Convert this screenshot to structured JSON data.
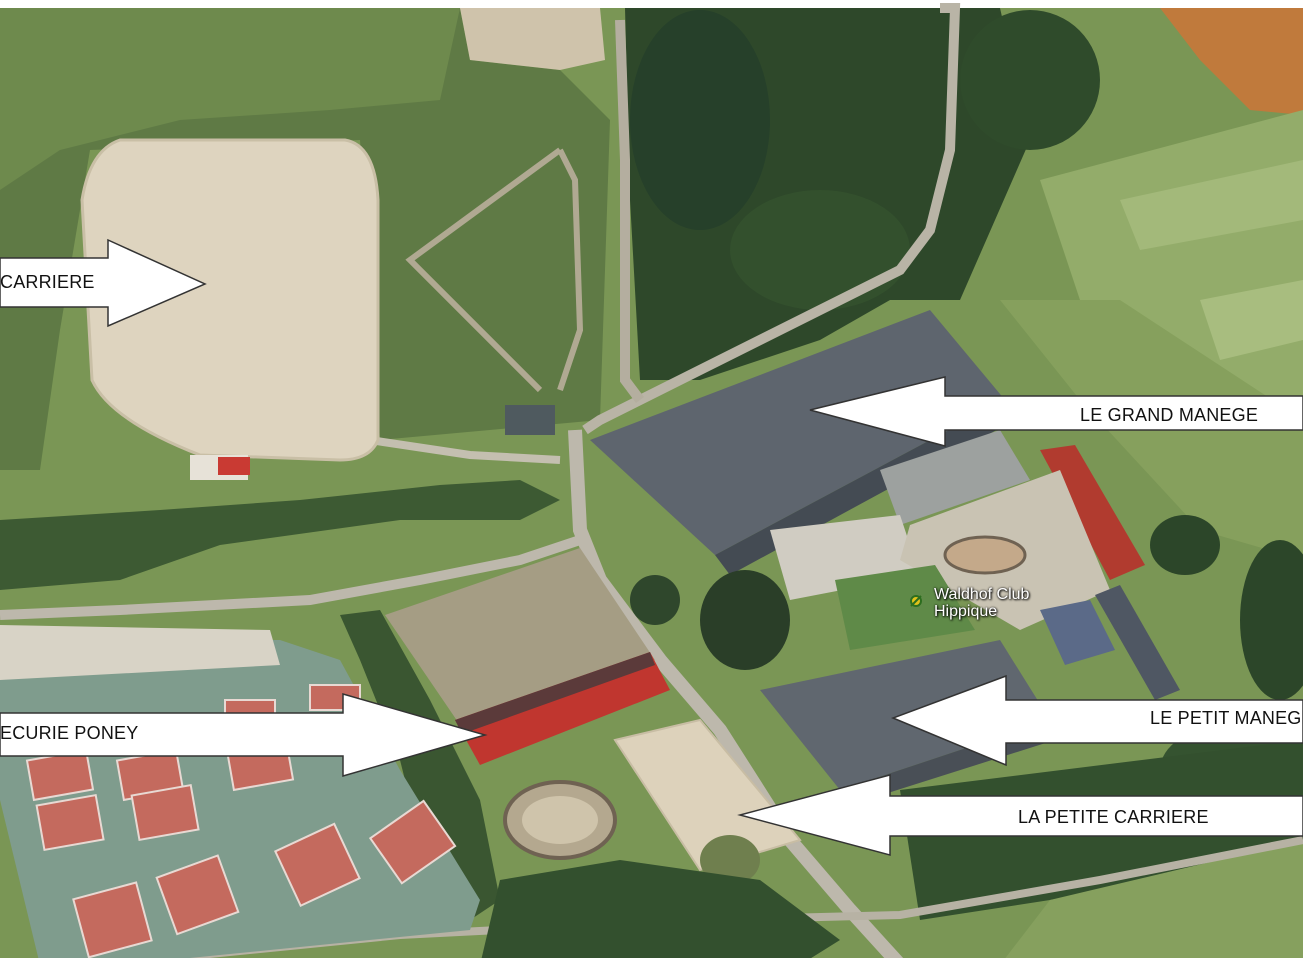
{
  "labels": {
    "carriere": "CARRIERE",
    "grand_manege": "LE GRAND MANEGE",
    "ecurie_poney": "ECURIE PONEY",
    "petit_manege": "LE PETIT MANEGE",
    "petite_carriere": "LA PETITE CARRIERE"
  },
  "poi": {
    "line1": "Waldhof Club",
    "line2": "Hippique"
  },
  "colors": {
    "grass": "#7c9a55",
    "trees": "#2f4a2a",
    "sand": "#e0d6c2",
    "roof_grey": "#5d646d",
    "roof_red": "#b8322c",
    "tennis_court": "#c46a5e",
    "arrow_fill": "#ffffff"
  }
}
